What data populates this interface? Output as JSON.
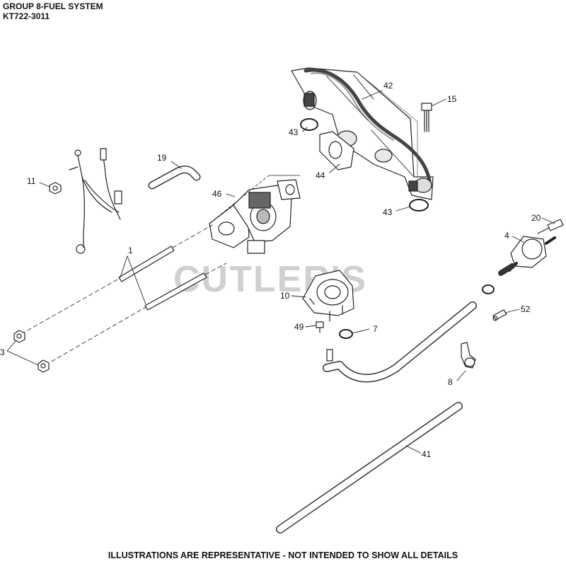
{
  "header": {
    "group_title": "GROUP 8-FUEL SYSTEM",
    "model_number": "KT722-3011"
  },
  "footer": {
    "disclaimer": "ILLUSTRATIONS ARE REPRESENTATIVE - NOT INTENDED TO SHOW ALL DETAILS"
  },
  "watermark": {
    "text": "CUTLER'S",
    "color": "#d0d0d0"
  },
  "callouts": {
    "c42": "42",
    "c15": "15",
    "c43a": "43",
    "c44": "44",
    "c43b": "43",
    "c11": "11",
    "c19": "19",
    "c46": "46",
    "c1": "1",
    "c20": "20",
    "c4": "4",
    "c10": "10",
    "c52": "52",
    "c49": "49",
    "c7": "7",
    "c3": "3",
    "c8": "8",
    "c41": "41"
  },
  "parts": {
    "intake_manifold": "intake-manifold",
    "mounting_screw": "screw",
    "manifold_gasket_upper": "o-ring",
    "manifold_gasket": "gasket",
    "manifold_gasket_lower": "o-ring",
    "ground_nut": "nut",
    "wiring_harness": "harness",
    "fuel_hose_short": "hose",
    "carburetor": "carburetor",
    "stud_1": "stud",
    "stud_2": "stud",
    "fuel_line_end": "line",
    "fuel_filter": "filter",
    "fuel_pump": "pump",
    "fitting": "fitting",
    "pump_screw": "screw",
    "hose_clamp": "clamp",
    "nut_1": "nut",
    "nut_2": "nut",
    "hose_clip": "clip",
    "fuel_hose_long": "hose"
  }
}
